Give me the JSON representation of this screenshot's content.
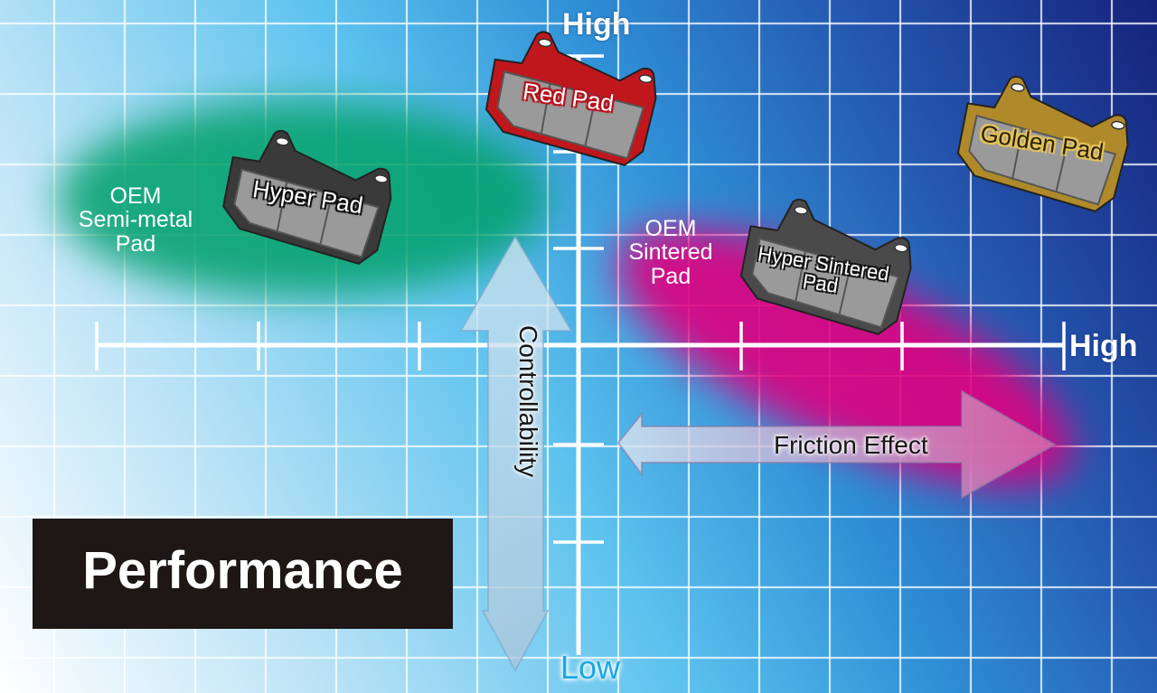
{
  "title": "Performance",
  "axes": {
    "vertical": {
      "name": "Controllability",
      "high": "High",
      "low": "Low"
    },
    "horizontal": {
      "name": "Friction Effect",
      "high": "High"
    }
  },
  "zones": {
    "semi_metal": {
      "line1": "OEM",
      "line2": "Semi-metal",
      "line3": "Pad",
      "color": "#00a06a"
    },
    "sintered": {
      "line1": "OEM",
      "line2": "Sintered",
      "line3": "Pad",
      "color": "#e0007f"
    }
  },
  "pads": {
    "hyper": {
      "label": "Hyper Pad",
      "color": "#3a3a3a"
    },
    "red": {
      "label": "Red Pad",
      "color": "#c0171d"
    },
    "golden": {
      "label": "Golden Pad",
      "color": "#b08a2a"
    },
    "hyper_sintered": {
      "line1": "Hyper Sintered",
      "line2": "Pad",
      "color": "#4a4a4a"
    }
  }
}
